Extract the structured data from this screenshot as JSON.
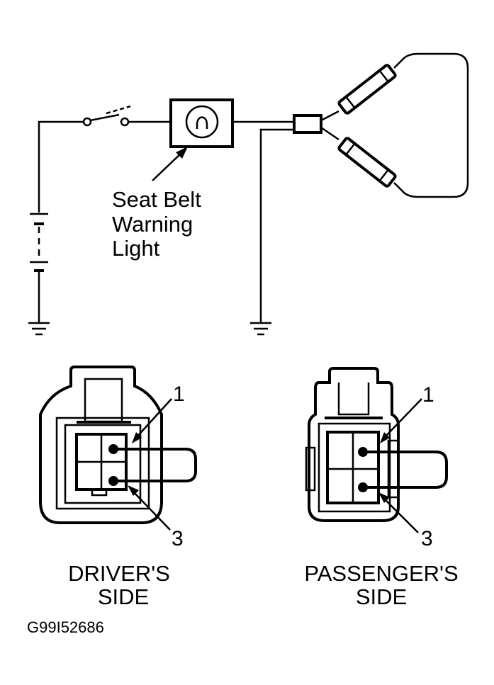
{
  "schematic": {
    "warning_light_label_line1": "Seat Belt",
    "warning_light_label_line2": "Warning",
    "warning_light_label_line3": "Light"
  },
  "drivers_connector": {
    "pin_top": "1",
    "pin_bottom": "3",
    "caption_line1": "DRIVER'S",
    "caption_line2": "SIDE"
  },
  "passengers_connector": {
    "pin_top": "1",
    "pin_bottom": "3",
    "caption_line1": "PASSENGER'S",
    "caption_line2": "SIDE"
  },
  "figure_id": "G99I52686"
}
